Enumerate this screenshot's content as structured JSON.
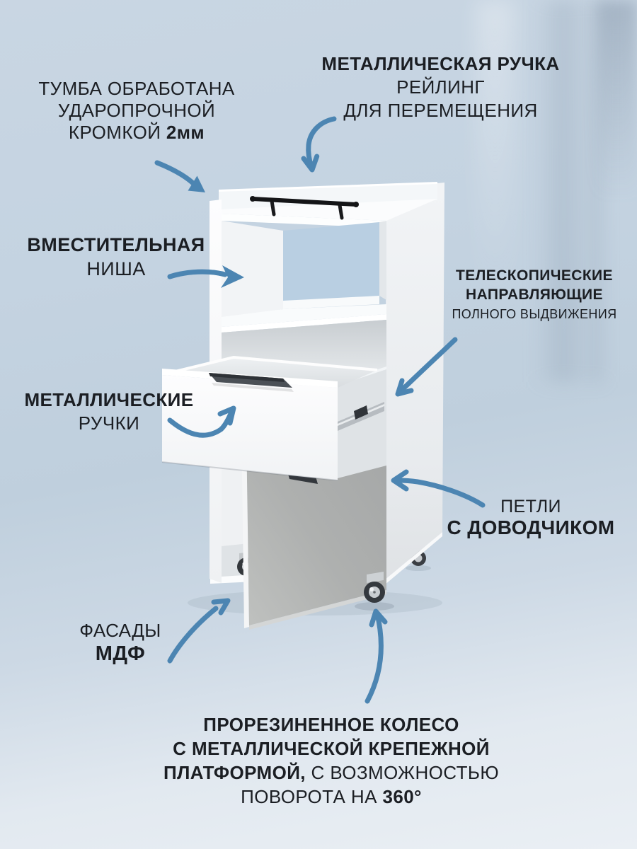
{
  "meta": {
    "language": "ru",
    "kind": "product-infographic-cabinet"
  },
  "palette": {
    "background_top": "#c6d4e1",
    "background_bottom": "#e9eef3",
    "arrow_accent": "#4c85b2",
    "text_color": "#1b1e23",
    "cabinet_white": "#fafbfc",
    "door_gray": "#aaadac",
    "niche_showthrough_blue": "#b9cfe2",
    "handle_black": "#17181a"
  },
  "annotations": {
    "edge_banding": {
      "line1": "ТУМБА ОБРАБОТАНА",
      "line2": "УДАРОПРОЧНОЙ",
      "line3_regular": "КРОМКОЙ ",
      "line3_bold": "2мм"
    },
    "railing": {
      "line1": "МЕТАЛЛИЧЕСКАЯ РУЧКА",
      "line2": "РЕЙЛИНГ",
      "line3": "ДЛЯ ПЕРЕМЕЩЕНИЯ"
    },
    "niche": {
      "line1": "ВМЕСТИТЕЛЬНАЯ",
      "line2": "НИША"
    },
    "slides": {
      "line1": "ТЕЛЕСКОПИЧЕСКИЕ",
      "line2": "НАПРАВЛЯЮЩИЕ",
      "line3": "ПОЛНОГО ВЫДВИЖЕНИЯ"
    },
    "handles": {
      "line1": "МЕТАЛЛИЧЕСКИЕ",
      "line2": "РУЧКИ"
    },
    "hinges": {
      "line1": "ПЕТЛИ",
      "line2": "С ДОВОДЧИКОМ"
    },
    "facades": {
      "line1": "ФАСАДЫ",
      "line2": "МДФ"
    },
    "wheel": {
      "line1": "ПРОРЕЗИНЕННОЕ КОЛЕСО",
      "line2": "С МЕТАЛЛИЧЕСКОЙ КРЕПЕЖНОЙ",
      "line3_bold": "ПЛАТФОРМОЙ,",
      "line3_regular": " С ВОЗМОЖНОСТЬЮ",
      "line4_regular": "ПОВОРОТА НА ",
      "line4_bold": "360°"
    }
  }
}
